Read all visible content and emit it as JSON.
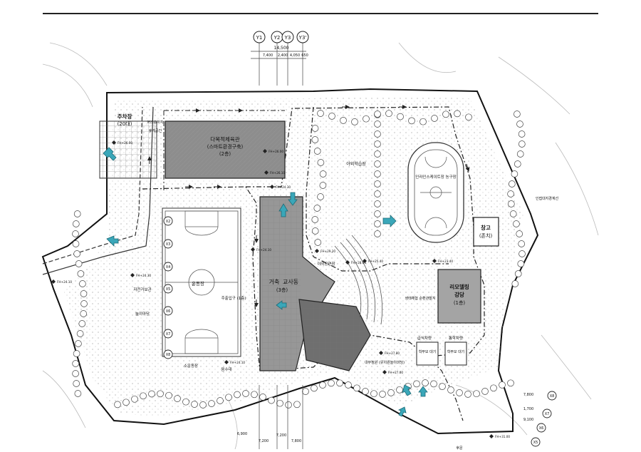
{
  "grid_labels": [
    "Y1",
    "Y2",
    "Y3",
    "Y3'"
  ],
  "dims": {
    "top_total": "14,500",
    "top_parts": [
      "7,400",
      "2,400",
      "4,050",
      "650"
    ],
    "bottom": [
      "6,900",
      "7,200",
      "7,200",
      "7,800"
    ],
    "right": [
      "7,800",
      "1,700",
      "9,100"
    ]
  },
  "buildings": {
    "gym": [
      "다목적체육관",
      "(스마트환경구축)",
      "(2층)"
    ],
    "main": [
      "거축",
      "교사동",
      "(3층)"
    ],
    "remodel": [
      "리모델링",
      "강당",
      "(1층)"
    ],
    "storage": [
      "창고",
      "(존치)"
    ],
    "parking": [
      "주차장",
      "(20대)"
    ],
    "cafeteria": [
      "급식차량"
    ],
    "hydro": [
      "통학차량"
    ]
  },
  "areas": {
    "field": "운동장",
    "court": "인라인스케이트장\n농구장",
    "outdoor_learning": "야외학습장",
    "outdoor_stage": "야외공연장",
    "bike": "자전거보관",
    "pond": "놀이마당",
    "entrance": "주출입구\n(1층)",
    "oms": "소운동장",
    "wash": "음수대",
    "bus": "버스승하차",
    "rest": "휴게공간",
    "boundary": "인접대지경계선",
    "ecology": "생태체험\n순환관찰지",
    "kinder": "내부정원\n(유치원놀이마당)",
    "rear": "후문",
    "right_s1": "학부모\n대기",
    "right_s2": "학부모\n대기"
  },
  "elev": [
    "FH+26.00",
    "FH+26.00",
    "FH+24.30",
    "FH+26.10",
    "FH+24.10",
    "FH+25.40",
    "FH+29.20",
    "FH+23.40",
    "FH+28.00",
    "FH+24.30",
    "FH+24.10",
    "FH+27.80",
    "FH+27.00",
    "FH+31.00",
    "FH+24.10"
  ],
  "row_labels": [
    "X8",
    "X7",
    "X6",
    "X5",
    "X4",
    "X3",
    "X2"
  ],
  "circle_labels_br": [
    "X8",
    "X7",
    "X6",
    "X5"
  ]
}
